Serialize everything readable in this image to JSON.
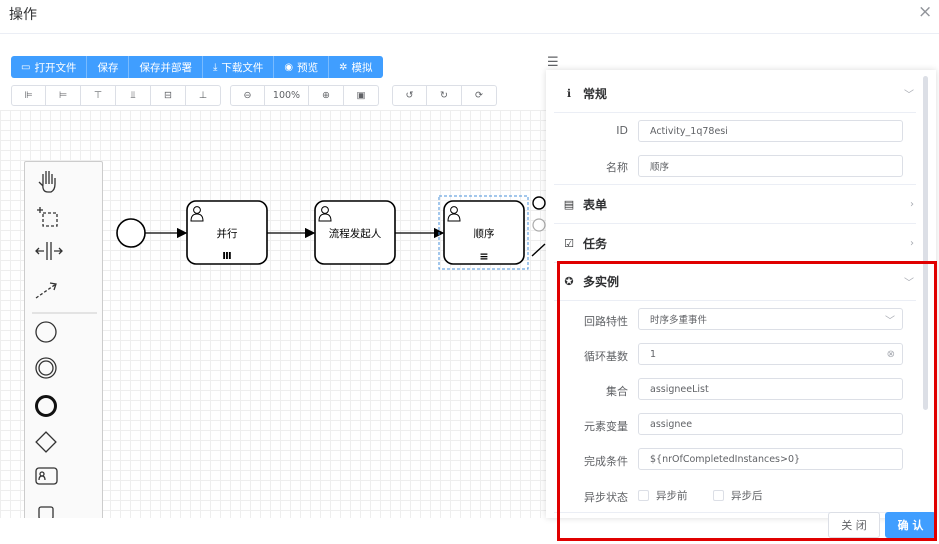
{
  "dialog": {
    "title": "操作",
    "close": "×"
  },
  "toolbar": [
    {
      "icon": "▭",
      "label": "打开文件"
    },
    {
      "icon": "",
      "label": "保存"
    },
    {
      "icon": "",
      "label": "保存并部署"
    },
    {
      "icon": "⤓",
      "label": "下载文件"
    },
    {
      "icon": "◉",
      "label": "预览"
    },
    {
      "icon": "✲",
      "label": "模拟"
    }
  ],
  "align_tools": [
    "⊫",
    "⊨",
    "⊤",
    "⫫",
    "⊟",
    "⊥"
  ],
  "zoom_tools": [
    "⊖",
    "100%",
    "⊕",
    "▣"
  ],
  "history_tools": [
    "↺",
    "↻",
    "⟳"
  ],
  "diagram": {
    "tasks": [
      {
        "label": "并行",
        "marker": "Ⅲ"
      },
      {
        "label": "流程发起人",
        "marker": ""
      },
      {
        "label": "顺序",
        "marker": "≡"
      }
    ]
  },
  "panel": {
    "menu_icon": "☰",
    "general": {
      "title": "常规",
      "icon": "ℹ",
      "id_label": "ID",
      "id_value": "Activity_1q78esi",
      "name_label": "名称",
      "name_value": "顺序"
    },
    "form": {
      "title": "表单",
      "icon": "▤"
    },
    "task": {
      "title": "任务",
      "icon": "☑"
    },
    "multi": {
      "title": "多实例",
      "icon": "✪",
      "loop_label": "回路特性",
      "loop_value": "时序多重事件",
      "card_label": "循环基数",
      "card_value": "1",
      "collection_label": "集合",
      "collection_value": "assigneeList",
      "element_label": "元素变量",
      "element_value": "assignee",
      "cond_label": "完成条件",
      "cond_value": "${nrOfCompletedInstances>0}",
      "async_label": "异步状态",
      "async_before": "异步前",
      "async_after": "异步后"
    }
  },
  "footer": {
    "cancel": "关 闭",
    "ok": "确 认"
  },
  "colors": {
    "primary": "#409eff",
    "highlight": "#e00000"
  }
}
